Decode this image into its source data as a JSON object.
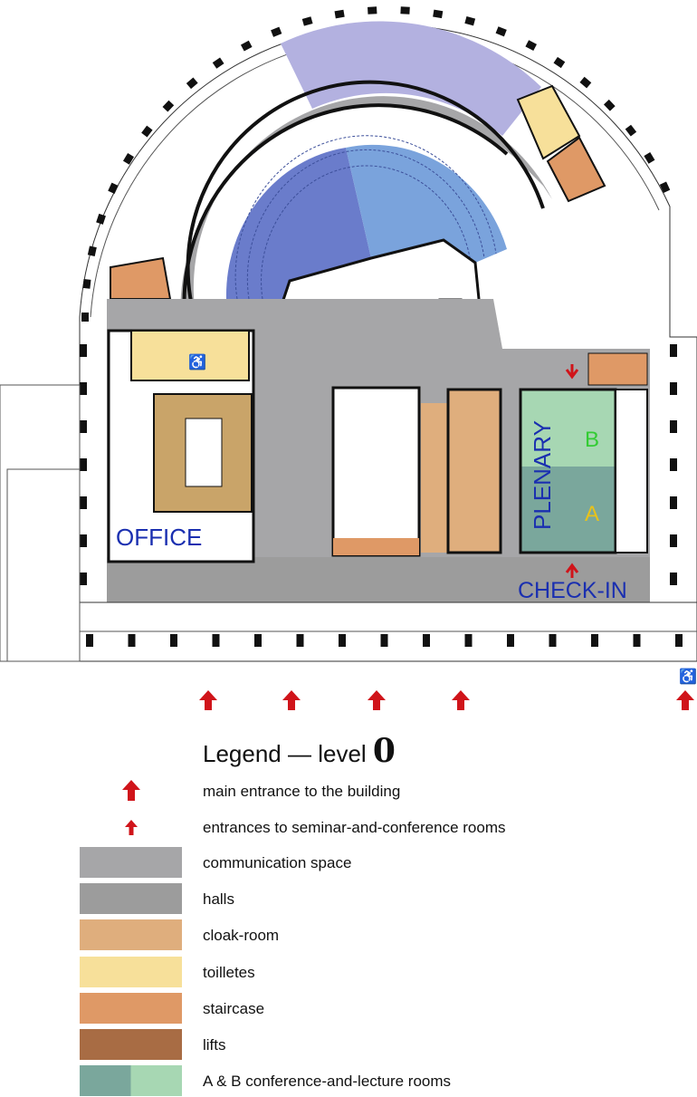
{
  "plan": {
    "labels": {
      "office": "OFFICE",
      "plenary": "PLENARY",
      "check_in": "CHECK-IN",
      "room_a": "A",
      "room_b": "B"
    },
    "colors": {
      "communication": "#a6a6a8",
      "halls": "#9c9c9c",
      "cloak": "#dfae7d",
      "toilets": "#f7e09a",
      "stairs": "#df9966",
      "lifts": "#a86c44",
      "room_a": "#7aa79c",
      "room_b": "#a7d7b3",
      "purple": "#b3b1e0",
      "blue_dark": "#6a7ccb",
      "blue_light": "#7aa3dc",
      "arrow": "#d0141a",
      "label_blue": "#1a2fb0",
      "label_green": "#33cc33",
      "label_yellow": "#e8c21a"
    }
  },
  "legend": {
    "title_prefix": "Legend — level",
    "title_level": "0",
    "items": [
      {
        "icon": "main-entrance-arrow",
        "label": "main entrance to the building"
      },
      {
        "icon": "room-entrance-arrow",
        "label": "entrances to seminar-and-conference rooms"
      },
      {
        "swatch": "#a6a6a8",
        "label": "communication space"
      },
      {
        "swatch": "#9c9c9c",
        "label": "halls"
      },
      {
        "swatch": "#dfae7d",
        "label": "cloak-room"
      },
      {
        "swatch": "#f7e09a",
        "label": "toilletes"
      },
      {
        "swatch": "#df9966",
        "label": "staircase"
      },
      {
        "swatch": "#a86c44",
        "label": "lifts"
      },
      {
        "swatch": [
          "#7aa79c",
          "#a7d7b3"
        ],
        "label": "A  & B  conference-and-lecture rooms"
      }
    ]
  }
}
